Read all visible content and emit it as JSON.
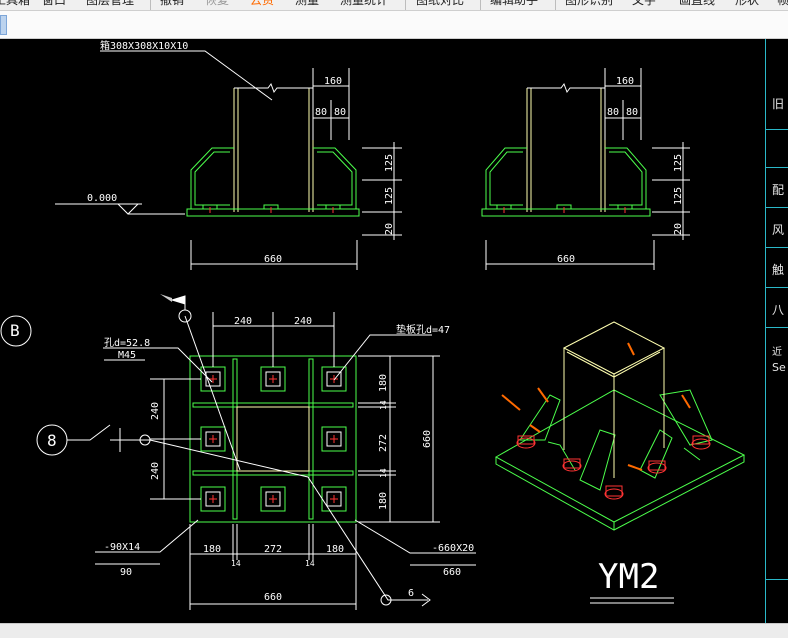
{
  "menu": {
    "items": [
      {
        "label": "工具箱"
      },
      {
        "label": "窗口"
      },
      {
        "label": "图层管理"
      },
      {
        "label": "撤销"
      },
      {
        "label": "恢复"
      },
      {
        "label": "云资"
      },
      {
        "label": "测量"
      },
      {
        "label": "测量统计"
      },
      {
        "label": "图纸对比"
      },
      {
        "label": "编辑助手"
      },
      {
        "label": "图形识别"
      },
      {
        "label": "文字"
      },
      {
        "label": "画直线"
      },
      {
        "label": "形状"
      },
      {
        "label": "帧"
      }
    ],
    "active_color": "#ff6a00"
  },
  "drawing": {
    "colors": {
      "line": "#ffffff",
      "plate": "#4cff4c",
      "yellow": "#ffffb0",
      "red": "#ff3333",
      "orange": "#ff6a00",
      "cyan": "#2ab9c9"
    },
    "elev1": {
      "tube_label": "箱308X308X10X10",
      "dim_160": "160",
      "dim_80a": "80",
      "dim_80b": "80",
      "dim_125a": "125",
      "dim_125b": "125",
      "dim_20": "20",
      "dim_660": "660",
      "level": "0.000"
    },
    "elev2": {
      "dim_160": "160",
      "dim_80a": "80",
      "dim_80b": "80",
      "dim_125a": "125",
      "dim_125b": "125",
      "dim_20": "20",
      "dim_660": "660"
    },
    "plan": {
      "axis_b": "B",
      "axis_8": "8",
      "hole_label": "孔d=52.8",
      "bolt_label": "M45",
      "washer_label": "垫板孔d=47",
      "top_dim_a": "240",
      "top_dim_b": "240",
      "left_dim_a": "240",
      "left_dim_b": "240",
      "right_dim_a": "180",
      "right_dim_b": "14",
      "right_dim_c": "272",
      "right_dim_d": "14",
      "right_dim_e": "180",
      "right_total": "660",
      "bottom_a": "180",
      "bottom_b": "14",
      "bottom_c": "272",
      "bottom_d": "14",
      "bottom_e": "180",
      "bottom_total": "660",
      "rib_label": "-90X14",
      "rib_sub": "90",
      "plate_label": "-660X20",
      "plate_sub": "660",
      "section_num": "6"
    },
    "iso": {
      "title": "YM2"
    }
  },
  "right_panel": {
    "glyphs": [
      "旧",
      "配",
      "风",
      "触",
      "八",
      "近",
      "Se"
    ]
  }
}
